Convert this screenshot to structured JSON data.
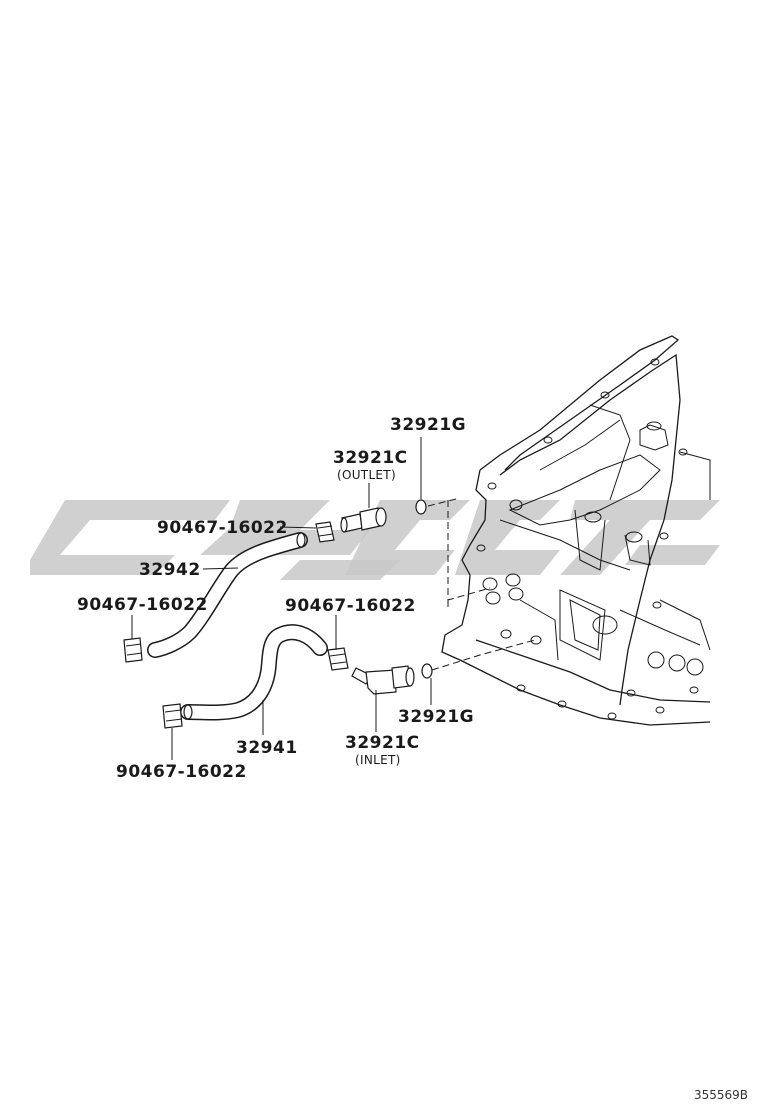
{
  "labels": {
    "oring_top": "32921G",
    "fitting_outlet": "32921C",
    "fitting_outlet_sub": "(OUTLET)",
    "clamp_1": "90467-16022",
    "hose_upper": "32942",
    "clamp_2": "90467-16022",
    "clamp_3": "90467-16022",
    "oring_bottom": "32921G",
    "fitting_inlet": "32921C",
    "fitting_inlet_sub": "(INLET)",
    "hose_lower": "32941",
    "clamp_4": "90467-16022"
  },
  "illustration_number": "355569B",
  "colors": {
    "line": "#1a1a1a",
    "watermark": "#c8c8c8",
    "background": "#ffffff"
  }
}
